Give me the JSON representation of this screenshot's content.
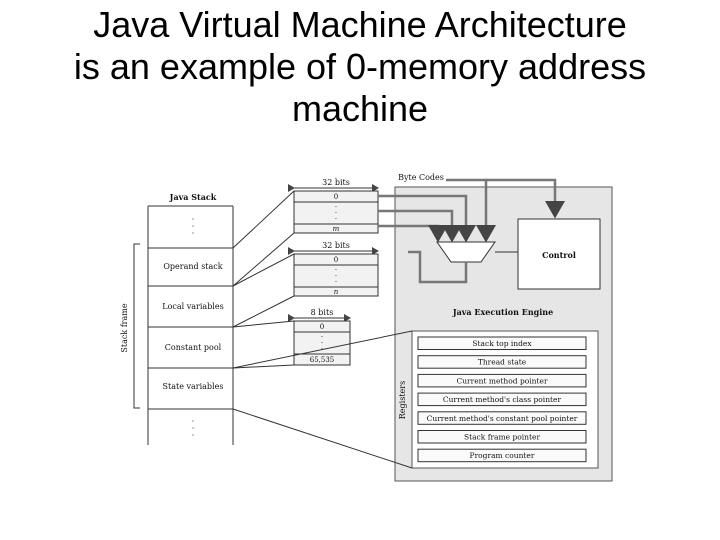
{
  "slide": {
    "title_lines": [
      "Java Virtual Machine Architecture",
      "is an example of 0-memory address",
      "machine"
    ]
  },
  "diagram": {
    "java_stack": {
      "heading": "Java Stack",
      "dots": ". . .",
      "operand_stack": "Operand stack",
      "local_variables": "Local variables",
      "constant_pool": "Constant pool",
      "state_variables": "State variables",
      "stack_frame_label": "Stack frame"
    },
    "operand_detail": {
      "width_label": "32 bits",
      "first": "0",
      "last": "m"
    },
    "locals_detail": {
      "width_label": "32 bits",
      "first": "0",
      "last": "n"
    },
    "pool_detail": {
      "width_label": "8 bits",
      "first": "0",
      "last": "65,535"
    },
    "engine": {
      "byte_codes": "Byte Codes",
      "control": "Control",
      "title": "Java Execution Engine",
      "registers_label": "Registers",
      "registers": [
        "Stack top index",
        "Thread state",
        "Current method pointer",
        "Current method's class pointer",
        "Current method's constant pool pointer",
        "Stack frame pointer",
        "Program counter"
      ]
    }
  }
}
